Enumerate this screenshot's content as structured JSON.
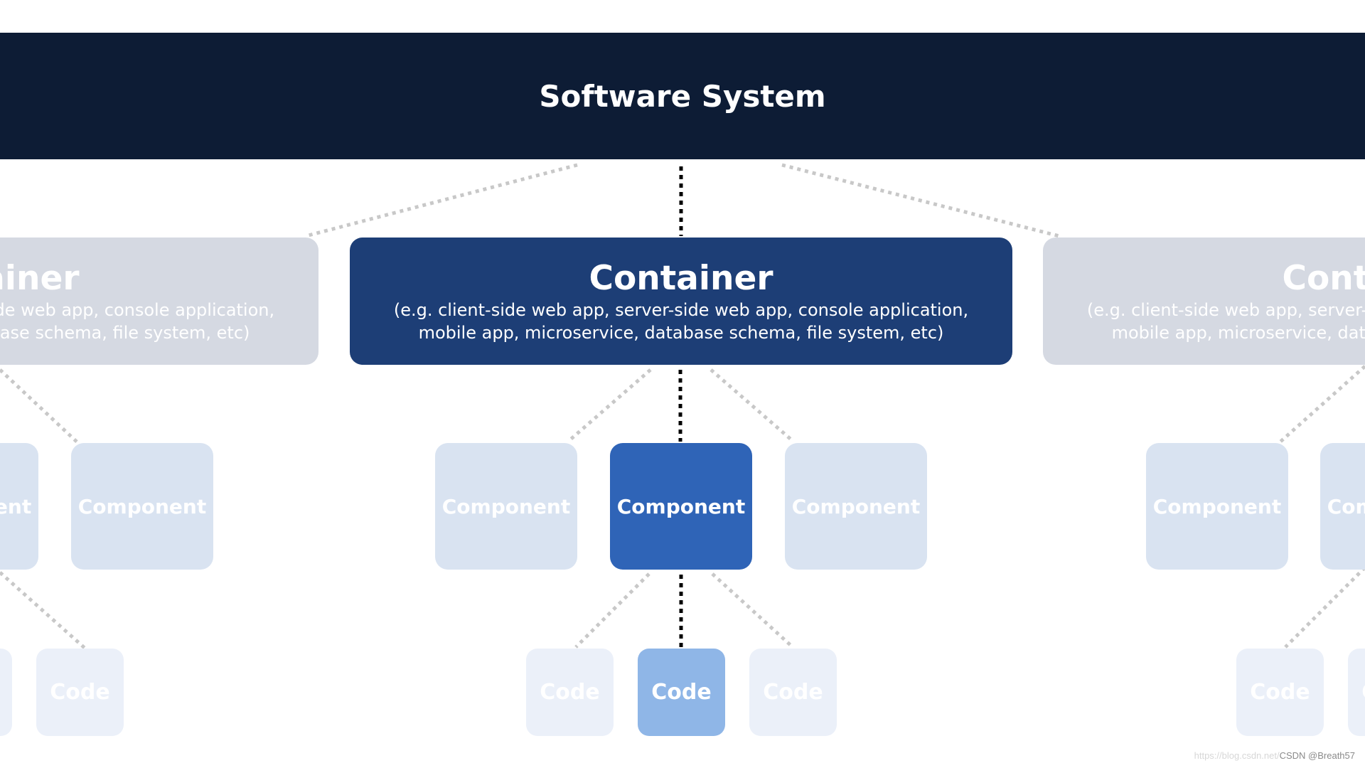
{
  "system": {
    "title": "Software System"
  },
  "containers": {
    "main": {
      "title": "Container",
      "desc_line1": "(e.g. client-side web app, server-side web app, console application,",
      "desc_line2": "mobile app, microservice, database schema, file system, etc)"
    },
    "left": {
      "title": "Container",
      "desc_line1": "(e.g. client-side web app, server-side web app, console application,",
      "desc_line2": "mobile app, microservice, database schema, file system, etc)"
    },
    "right": {
      "title": "Container",
      "desc_line1": "(e.g. client-side web app, server-side web app, console application,",
      "desc_line2": "mobile app, microservice, database schema, file system, etc)"
    }
  },
  "components": {
    "label": "Component"
  },
  "code": {
    "label": "Code"
  },
  "watermark": {
    "url": "https://blog.csdn.net/",
    "author": "CSDN @Breath57"
  },
  "colors": {
    "system": "#0d1c35",
    "container_active": "#1d3e76",
    "container_faded": "#d5d9e2",
    "component_active": "#2f64b7",
    "component_faded": "#d9e3f1",
    "code_active": "#8fb6e7",
    "code_faded": "#ebf0f9",
    "connector_active": "#000000",
    "connector_faded": "#c8c8c8"
  }
}
